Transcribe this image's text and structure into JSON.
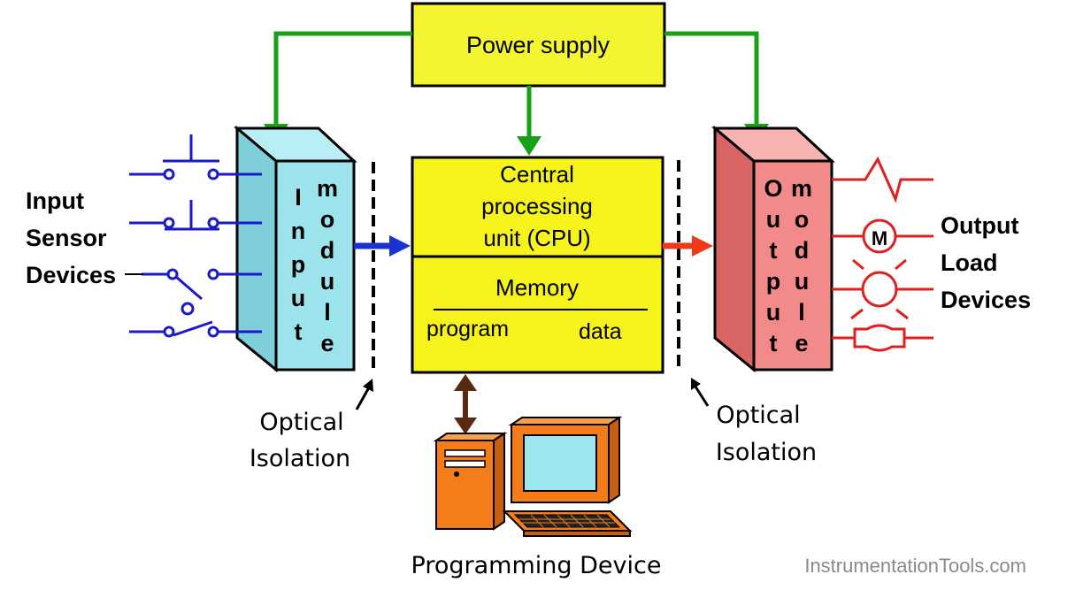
{
  "power_supply": {
    "label": "Power supply"
  },
  "cpu": {
    "lines": [
      "Central",
      "processing",
      "unit (CPU)"
    ],
    "memory_label": "Memory",
    "program_label": "program",
    "data_label": "data"
  },
  "input_module": {
    "col1": [
      "I",
      "n",
      "p",
      "u",
      "t"
    ],
    "col2": [
      "m",
      "o",
      "d",
      "u",
      "l",
      "e"
    ]
  },
  "output_module": {
    "col1": [
      "O",
      "u",
      "t",
      "p",
      "u",
      "t"
    ],
    "col2": [
      "m",
      "o",
      "d",
      "u",
      "l",
      "e"
    ]
  },
  "input_devices": {
    "lines": [
      "Input",
      "Sensor",
      "Devices"
    ]
  },
  "output_devices": {
    "lines": [
      "Output",
      "Load",
      "Devices"
    ]
  },
  "left_isolation": {
    "lines": [
      "Optical",
      "Isolation"
    ]
  },
  "right_isolation": {
    "lines": [
      "Optical",
      "Isolation"
    ]
  },
  "programming_device": {
    "label": "Programming Device"
  },
  "watermark": "InstrumentationTools.com",
  "colors": {
    "power_supply_fill": "#f2f530",
    "cpu_fill": "#f5f21c",
    "input_module_fill": "#9de3ec",
    "output_module_fill": "#f28a8a",
    "power_line": "#18a018",
    "input_wire": "#1a1ac8",
    "output_wire": "#e0201c",
    "input_arrow": "#1a33d0",
    "output_arrow": "#ee3a1a",
    "program_arrow": "#5a2a10",
    "computer": "#f47d1a"
  }
}
